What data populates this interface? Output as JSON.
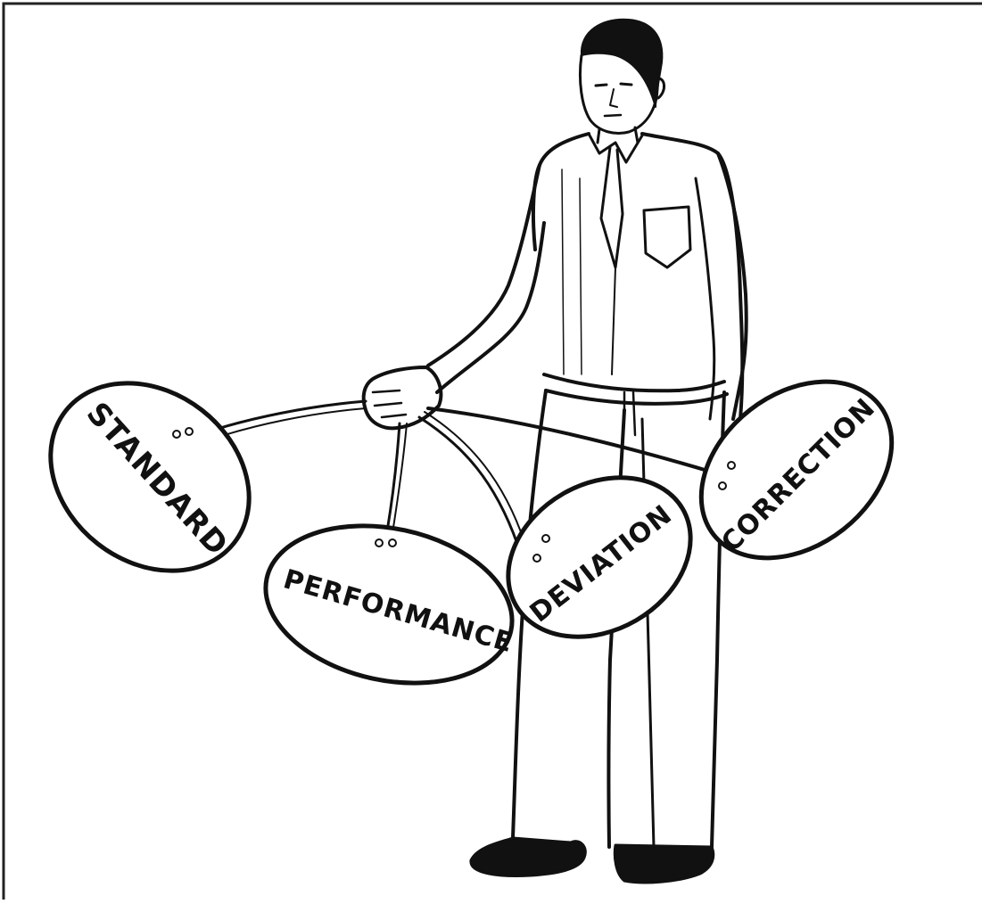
{
  "illustration": {
    "figure": "man holding balloons on strings",
    "balloons": [
      {
        "id": "standard",
        "label": "STANDARD"
      },
      {
        "id": "performance",
        "label": "PERFORMANCE"
      },
      {
        "id": "deviation",
        "label": "DEVIATION"
      },
      {
        "id": "correction",
        "label": "CORRECTION"
      }
    ]
  },
  "colors": {
    "ink": "#111111",
    "paper": "#ffffff",
    "frame": "#222222"
  }
}
